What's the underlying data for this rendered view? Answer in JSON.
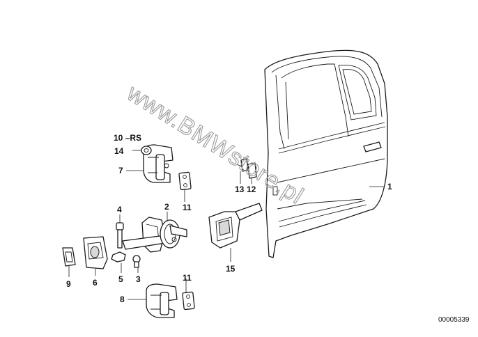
{
  "diagram": {
    "reference_number": "00005339",
    "watermark": "www.BMWstore.pl",
    "callouts": {
      "p1": "1",
      "p2": "2",
      "p3": "3",
      "p4": "4",
      "p5": "5",
      "p6": "6",
      "p7": "7",
      "p8": "8",
      "p9": "9",
      "p10": "10",
      "p10_suffix": "RS",
      "p11_top": "11",
      "p11_bottom": "11",
      "p12": "12",
      "p13": "13",
      "p14": "14",
      "p15": "15"
    }
  }
}
